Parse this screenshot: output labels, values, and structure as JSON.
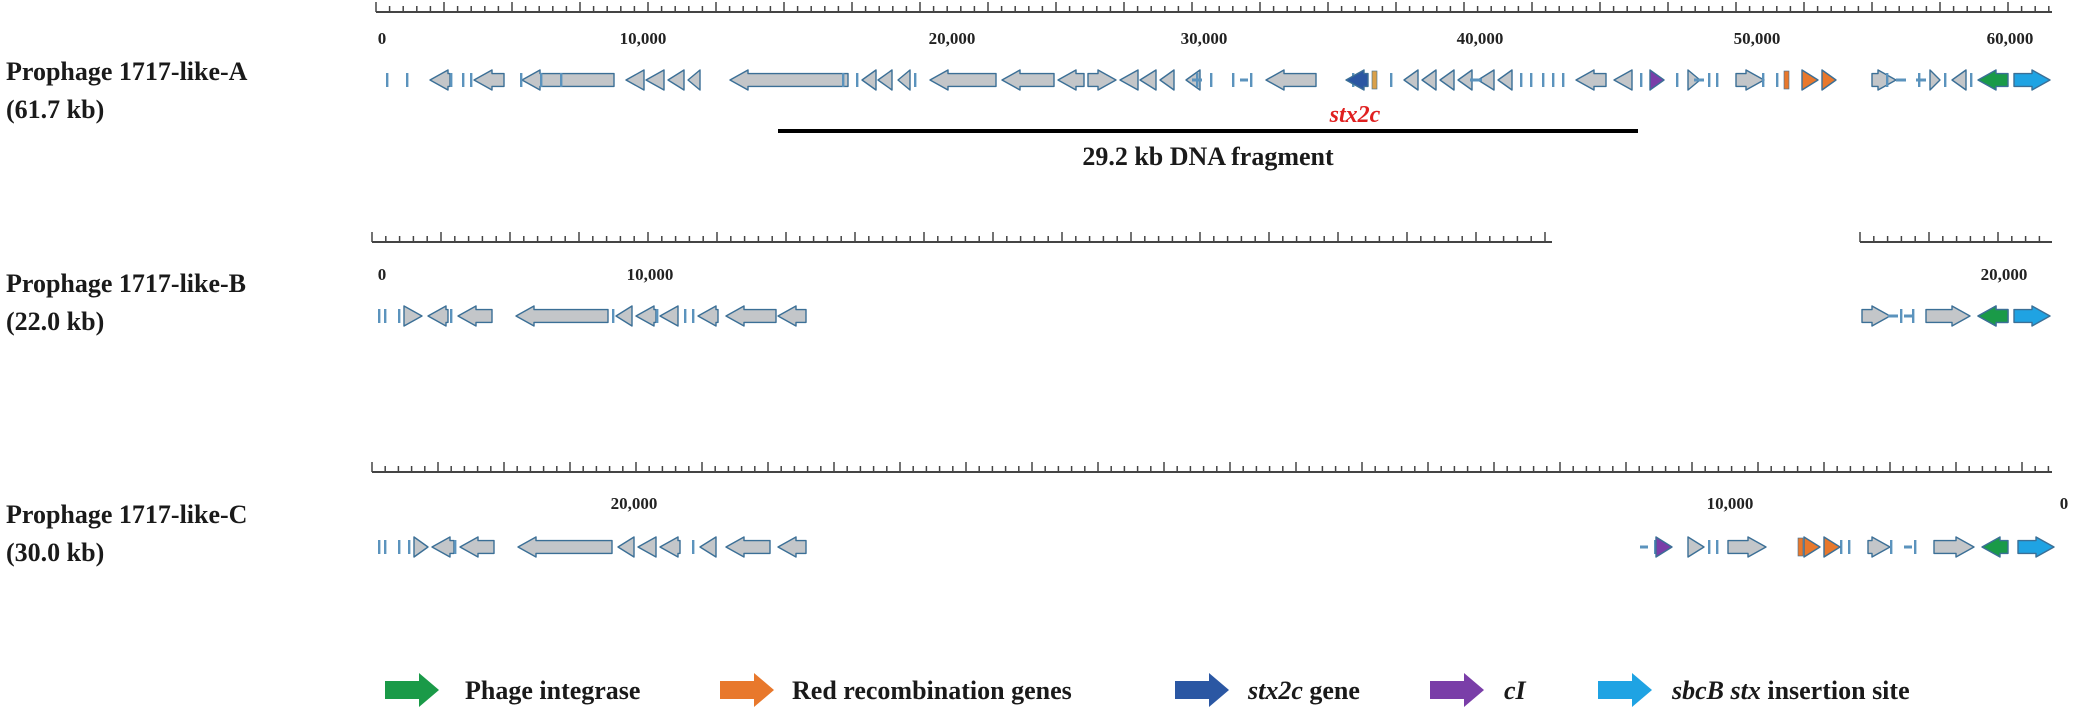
{
  "colors": {
    "gene_fill": "#c3c6c9",
    "gene_stroke": "#3b6f96",
    "small_gene": "#5b93bd",
    "integrase": "#1a9a48",
    "red_recombination": "#e8782c",
    "stx2c": "#2b57a3",
    "cI": "#7a3ea8",
    "sbcB": "#1fa3e3",
    "tRNA": "#d9a04a",
    "axis": "#444444",
    "stx_label": "#e02020",
    "fragment_bar": "#000000"
  },
  "tracks": [
    {
      "id": "A",
      "name": "Prophage 1717-like-A",
      "size": "(61.7 kb)",
      "ticks": [
        "0",
        "10,000",
        "20,000",
        "30,000",
        "40,000",
        "50,000",
        "60,000"
      ],
      "annotation": "stx2c",
      "fragment_label": "29.2 kb DNA fragment"
    },
    {
      "id": "B",
      "name": "Prophage 1717-like-B",
      "size": "(22.0 kb)",
      "ticks": [
        "0",
        "10,000",
        "20,000"
      ]
    },
    {
      "id": "C",
      "name": "Prophage 1717-like-C",
      "size": "(30.0 kb)",
      "ticks": [
        "20,000",
        "10,000",
        "0"
      ]
    }
  ],
  "legend": [
    {
      "key": "integrase",
      "parts": [
        {
          "t": "Phage integrase"
        }
      ]
    },
    {
      "key": "red_recombination",
      "parts": [
        {
          "t": "Red recombination genes"
        }
      ]
    },
    {
      "key": "stx2c",
      "parts": [
        {
          "t": "stx2c",
          "i": true
        },
        {
          "t": " gene"
        }
      ]
    },
    {
      "key": "cI",
      "parts": [
        {
          "t": "cI",
          "i": true
        }
      ]
    },
    {
      "key": "sbcB",
      "parts": [
        {
          "t": "sbcB stx",
          "i": true
        },
        {
          "t": " insertion site"
        }
      ]
    }
  ]
}
